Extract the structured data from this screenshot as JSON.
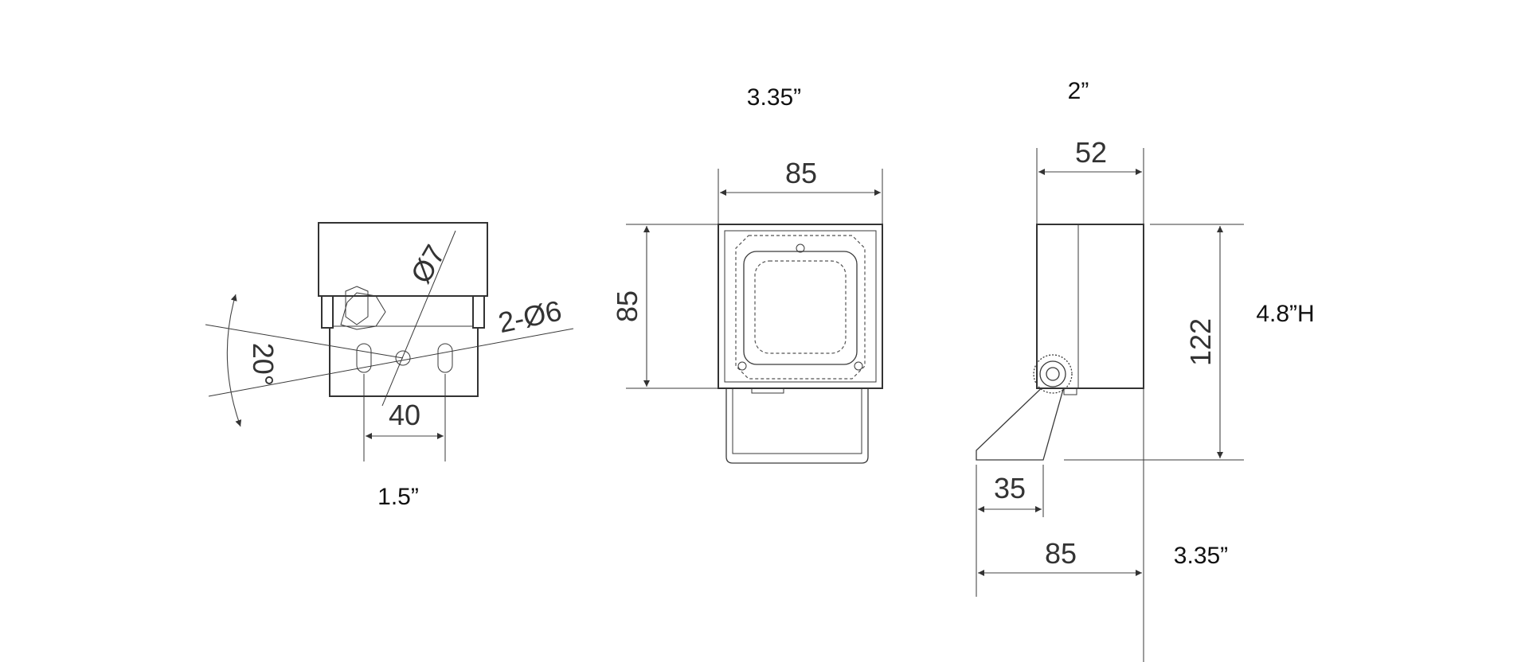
{
  "side_view_left": {
    "hole_diameter": "Ø7",
    "slot_spec": "2-Ø6",
    "tilt_angle": "20°",
    "slot_spacing_mm": "40",
    "slot_spacing_in": "1.5”"
  },
  "front_view": {
    "width_mm": "85",
    "height_mm": "85",
    "width_in": "3.35”"
  },
  "side_view_right": {
    "depth_mm": "52",
    "depth_in": "2”",
    "height_mm": "122",
    "height_in": "4.8”H",
    "bracket_offset_mm": "35",
    "base_width_mm": "85",
    "base_width_in": "3.35”"
  }
}
